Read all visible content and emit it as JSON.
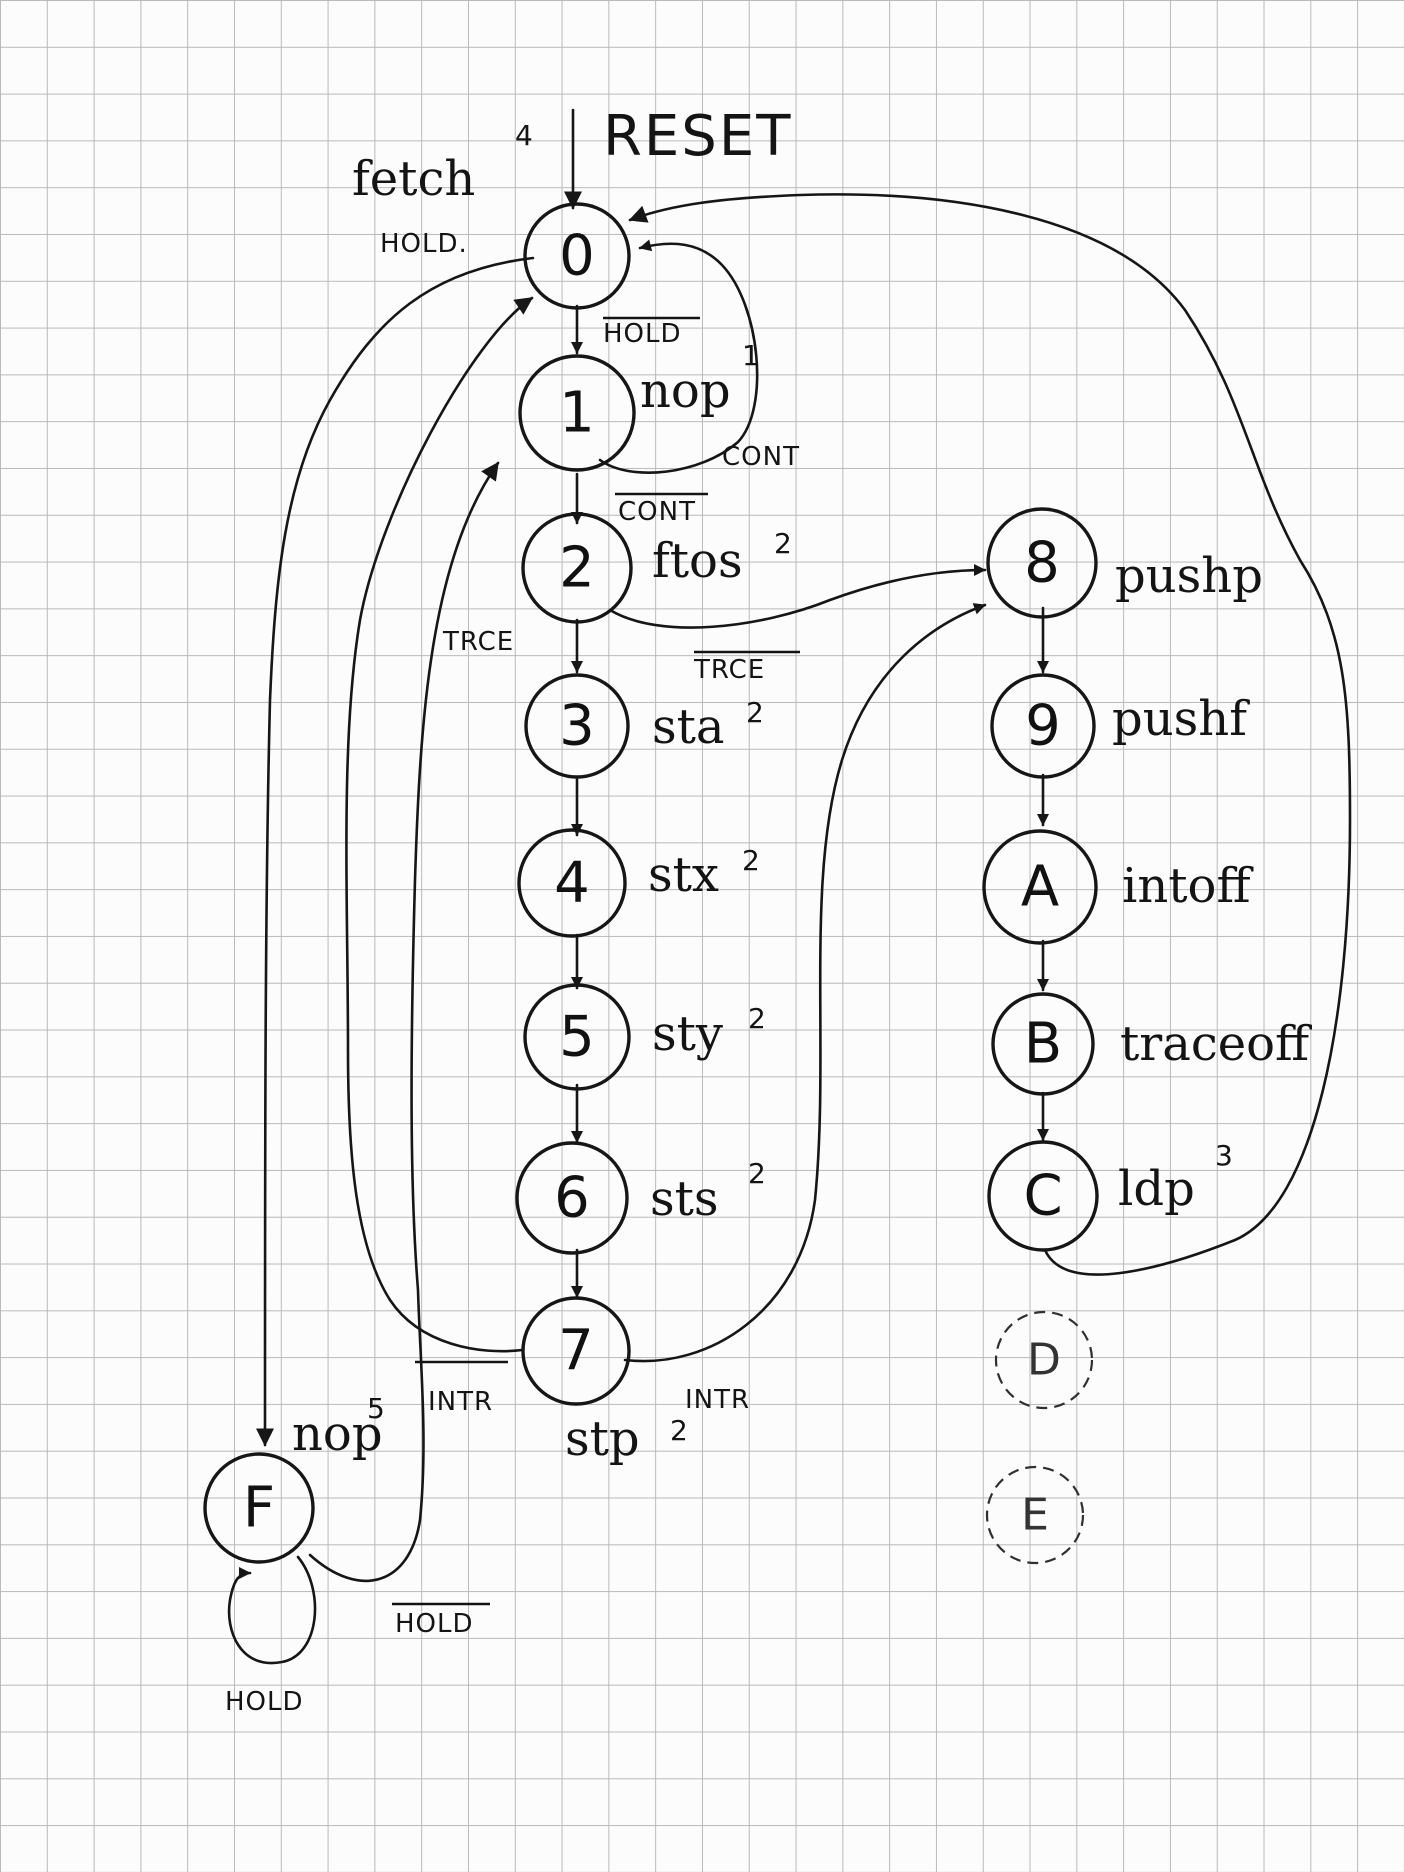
{
  "diagram": {
    "nodes": [
      {
        "id": "0",
        "name": "fetch",
        "note": "4",
        "hold": "HOLD."
      },
      {
        "id": "1",
        "name": "nop",
        "note": "1"
      },
      {
        "id": "2",
        "name": "ftos",
        "note": "2"
      },
      {
        "id": "3",
        "name": "sta",
        "note": "2"
      },
      {
        "id": "4",
        "name": "stx",
        "note": "2"
      },
      {
        "id": "5",
        "name": "sty",
        "note": "2"
      },
      {
        "id": "6",
        "name": "sts",
        "note": "2"
      },
      {
        "id": "7",
        "name": "stp",
        "note": "2"
      },
      {
        "id": "8",
        "name": "pushp"
      },
      {
        "id": "9",
        "name": "pushf"
      },
      {
        "id": "A",
        "name": "intoff"
      },
      {
        "id": "B",
        "name": "traceoff"
      },
      {
        "id": "C",
        "name": "ldp",
        "note": "3"
      },
      {
        "id": "D",
        "dashed": true
      },
      {
        "id": "E",
        "dashed": true
      },
      {
        "id": "F",
        "name": "nop",
        "note": "5"
      }
    ],
    "labels": {
      "reset": "RESET",
      "hold_not_0": "HOLD",
      "cont": "CONT",
      "cont_not": "CONT",
      "trce": "TRCE",
      "trce_not": "TRCE",
      "intr_not": "INTR",
      "intr": "INTR",
      "hold_not_f": "HOLD",
      "hold_f": "HOLD"
    }
  }
}
